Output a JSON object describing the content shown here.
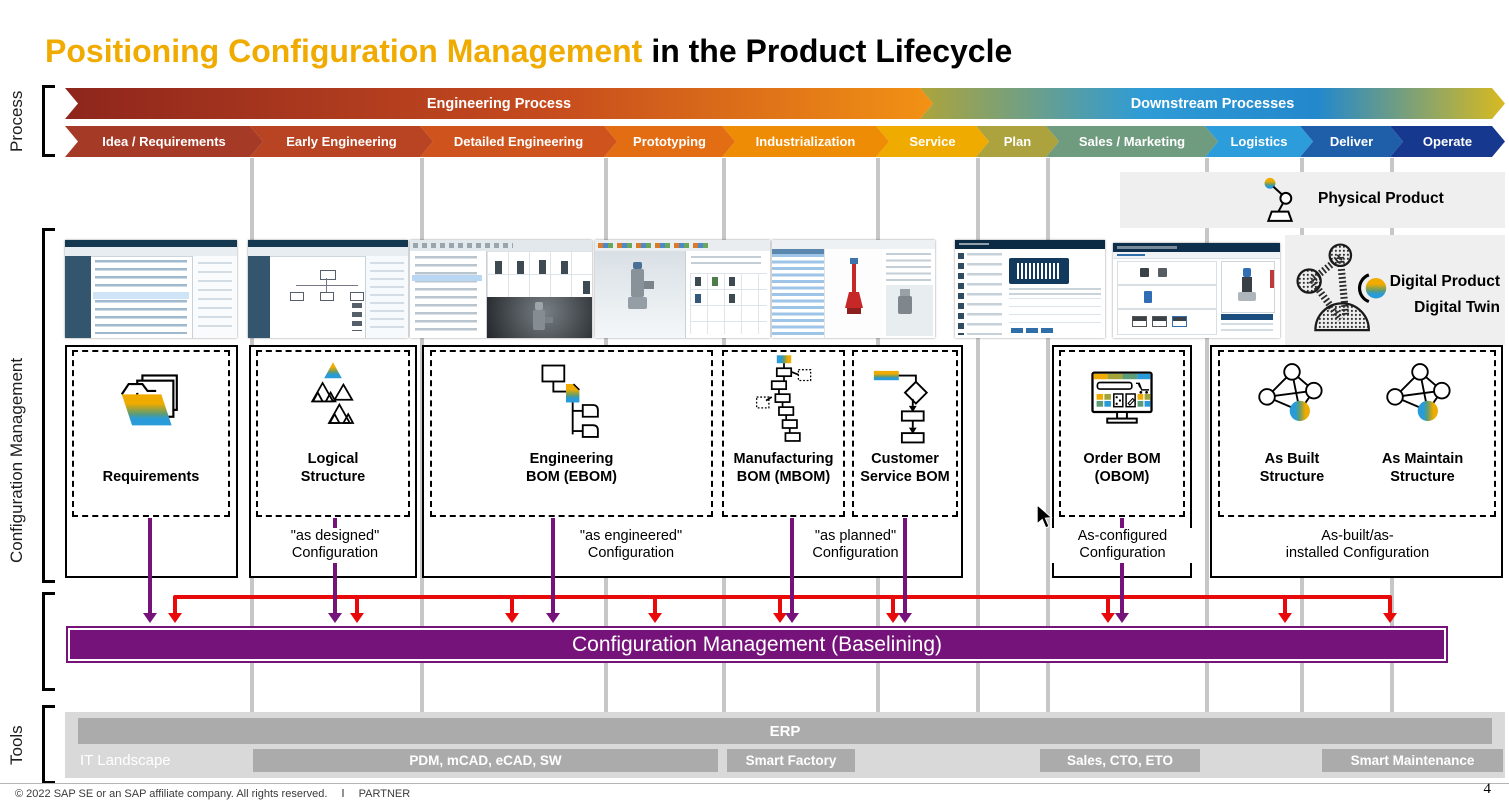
{
  "title": {
    "highlight": "Positioning Configuration Management",
    "rest": "in the Product Lifecycle"
  },
  "side": {
    "process": "Process",
    "configuration_management": "Configuration Management",
    "tools": "Tools"
  },
  "process": {
    "engineering": {
      "label": "Engineering Process",
      "gradient": [
        "#8E261D",
        "#C54A1E",
        "#F29214"
      ]
    },
    "downstream": {
      "label": "Downstream Processes",
      "gradient": [
        "#ADA43A",
        "#2E9BD6",
        "#2388CC",
        "#D8BA20"
      ]
    },
    "phases": [
      {
        "label": "Idea / Requirements",
        "color": "#A53A26"
      },
      {
        "label": "Early Engineering",
        "color": "#B94423"
      },
      {
        "label": "Detailed Engineering",
        "color": "#CE531D"
      },
      {
        "label": "Prototyping",
        "color": "#E26D12"
      },
      {
        "label": "Industrialization",
        "color": "#EE8C05"
      },
      {
        "label": "Service",
        "color": "#F0AB00"
      },
      {
        "label": "Plan",
        "color": "#ACA23E"
      },
      {
        "label": "Sales / Marketing",
        "color": "#6F9B7E"
      },
      {
        "label": "Logistics",
        "color": "#2D9CDB"
      },
      {
        "label": "Deliver",
        "color": "#1F5FA9"
      },
      {
        "label": "Operate",
        "color": "#16398F"
      }
    ]
  },
  "products": {
    "physical": "Physical Product",
    "digital_line1": "Digital Product",
    "digital_line2": "Digital Twin"
  },
  "screenshots": [
    "requirements-list-app",
    "structure-diagram-app",
    "cad-pdm-app",
    "cad-viewer-app",
    "service-bom-cad-app",
    "fiori-barcode-app",
    "product-configurator-app"
  ],
  "cm": {
    "requirements": {
      "label": "Requirements"
    },
    "logical": {
      "label": "Logical\nStructure",
      "sublabel": "\"as designed\"\nConfiguration"
    },
    "ebom": {
      "label": "Engineering\nBOM (EBOM)",
      "sublabel": "\"as engineered\"\nConfiguration"
    },
    "mbom": {
      "label": "Manufacturing\nBOM (MBOM)"
    },
    "csbom": {
      "label": "Customer\nService BOM",
      "sublabel": "\"as planned\"\nConfiguration"
    },
    "obom": {
      "label": "Order BOM\n(OBOM)",
      "sublabel": "As-configured\nConfiguration"
    },
    "as_built": {
      "label": "As Built\nStructure"
    },
    "as_maintain": {
      "label": "As Maintain\nStructure",
      "sublabel": "As-built/as-\ninstalled Configuration"
    },
    "baseline_bar": {
      "label": "Configuration Management (Baselining)",
      "color": "#76137B"
    },
    "arrow_red": "#E80A0A",
    "arrow_purple": "#76137B"
  },
  "tools": {
    "erp": "ERP",
    "it_landscape": "IT Landscape",
    "pdm": "PDM, mCAD, eCAD, SW",
    "smart_factory": "Smart Factory",
    "sales": "Sales, CTO, ETO",
    "smart_maintenance": "Smart Maintenance"
  },
  "footer": {
    "copyright": "© 2022 SAP SE or an SAP affiliate company. All rights reserved.",
    "separator": "Ⅰ",
    "partner": "PARTNER",
    "page_number": "4"
  },
  "colors": {
    "title_highlight": "#F0AB00",
    "grid_line": "#C7C7C7",
    "band_bg": "#D9D9D9",
    "tool_bar": "#ABABAB",
    "product_box_bg": "#EFEFEF",
    "sap_gold": "#F0AB00",
    "sap_olive": "#A2A338",
    "sap_green": "#5C9C77",
    "sap_blue": "#299BD8"
  }
}
